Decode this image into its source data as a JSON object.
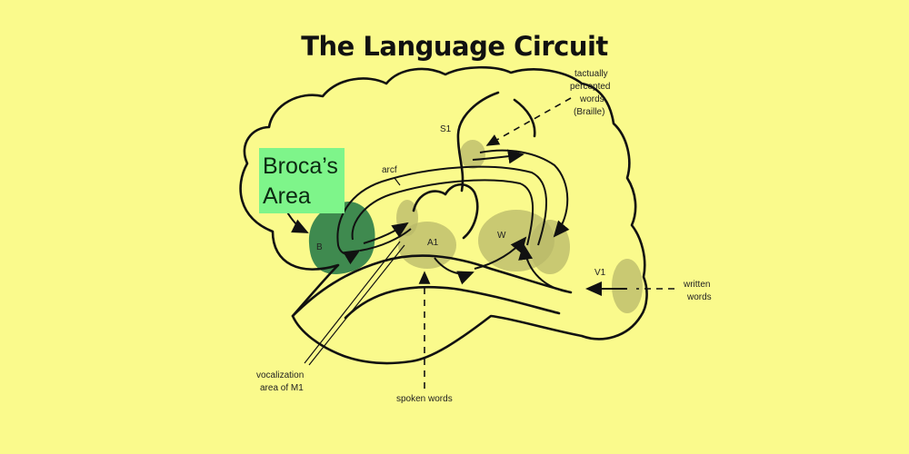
{
  "title": "The Language Circuit",
  "broca_label": {
    "line1": "Broca’s",
    "line2": "Area"
  },
  "labels": {
    "tactile_1": "tactually",
    "tactile_2": "percepted",
    "tactile_3": "words",
    "tactile_4": "(Braille)",
    "s1": "S1",
    "arcf": "arcf",
    "b": "B",
    "a1": "A1",
    "w": "W",
    "v1": "V1",
    "written_1": "written",
    "written_2": "words",
    "vocal_1": "vocalization",
    "vocal_2": "area of M1",
    "spoken": "spoken words"
  },
  "colors": {
    "background": "#fafa8c",
    "broca_highlight": "#3f8a4f",
    "label_box": "#7ef58a",
    "region_shade": "#b8b86a"
  }
}
